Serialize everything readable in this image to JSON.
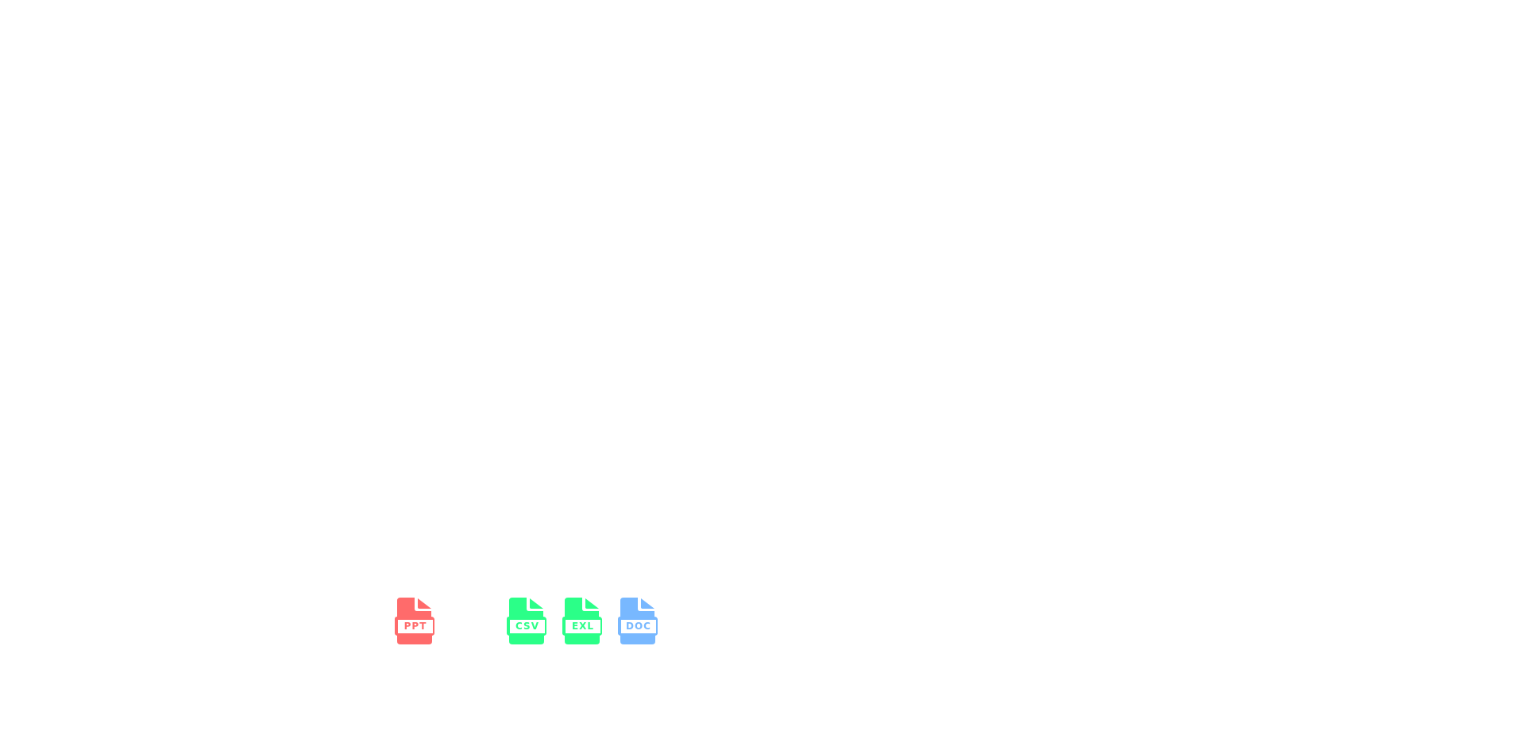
{
  "files": [
    {
      "label": "PPT",
      "color": "#FF6B6B"
    },
    {
      "label": "CSV",
      "color": "#2BFF88"
    },
    {
      "label": "EXL",
      "color": "#2BFF88"
    },
    {
      "label": "DOC",
      "color": "#78B8FF"
    }
  ]
}
